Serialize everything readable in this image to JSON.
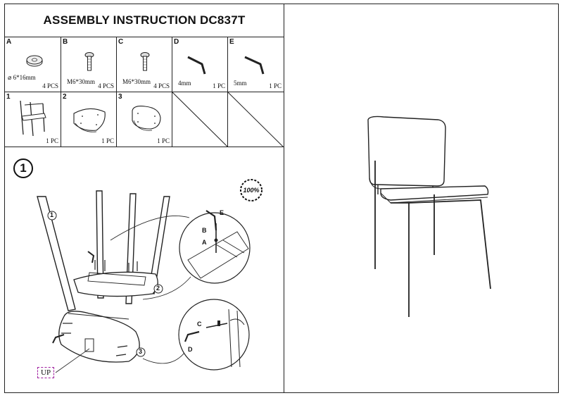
{
  "header": {
    "title": "ASSEMBLY  INSTRUCTION DC837T"
  },
  "parts": [
    {
      "letter": "A",
      "spec": "⌀ 6*16mm",
      "qty": "4 PCS",
      "icon": "washer-icon"
    },
    {
      "letter": "B",
      "spec": "M6*30mm",
      "qty": "4 PCS",
      "icon": "bolt-icon"
    },
    {
      "letter": "C",
      "spec": "M6*30mm",
      "qty": "4 PCS",
      "icon": "bolt-icon"
    },
    {
      "letter": "D",
      "spec": "4mm",
      "qty": "1 PC",
      "icon": "allen-key-icon"
    },
    {
      "letter": "E",
      "spec": "5mm",
      "qty": "1 PC",
      "icon": "allen-key-icon"
    }
  ],
  "components": [
    {
      "number": "1",
      "qty": "1 PC",
      "icon": "chair-frame-icon"
    },
    {
      "number": "2",
      "qty": "1 PC",
      "icon": "seat-panel-icon"
    },
    {
      "number": "3",
      "qty": "1 PC",
      "icon": "backrest-panel-icon"
    }
  ],
  "step": {
    "number": "1",
    "badge": "100%",
    "up_label": "UP",
    "callout_numbers": [
      "1",
      "2",
      "3"
    ],
    "callout_letters_top": [
      "E",
      "B",
      "A"
    ],
    "callout_letters_bottom": [
      "C",
      "D"
    ]
  }
}
